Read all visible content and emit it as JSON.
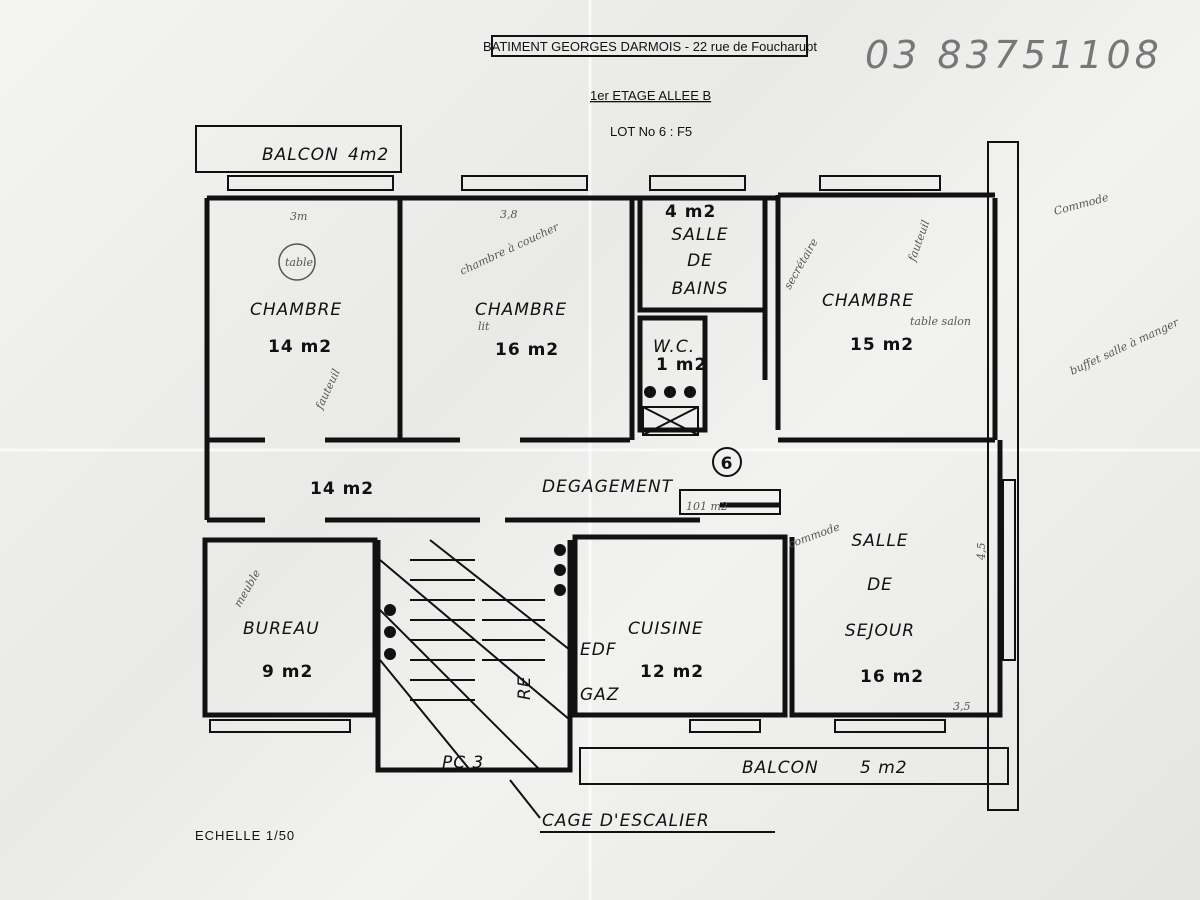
{
  "header": {
    "building": "BATIMENT GEORGES DARMOIS - 22 rue de Foucharupt",
    "floor": "1er ETAGE ALLEE B",
    "lot": "LOT No 6 : F5"
  },
  "handwritten_phone": "03 83751108",
  "rooms": {
    "balcon_top": {
      "name": "BALCON",
      "area": "4m2"
    },
    "chambre1": {
      "name": "CHAMBRE",
      "area": "14 m2"
    },
    "chambre2": {
      "name": "CHAMBRE",
      "area": "16 m2"
    },
    "salle_de_bains": {
      "area": "4 m2",
      "name1": "SALLE",
      "name2": "DE",
      "name3": "BAINS"
    },
    "wc": {
      "name": "W.C.",
      "area": "1 m2"
    },
    "chambre3": {
      "name": "CHAMBRE",
      "area": "15 m2"
    },
    "degagement": {
      "name": "DEGAGEMENT",
      "area": "14 m2"
    },
    "bureau": {
      "name": "BUREAU",
      "area": "9 m2"
    },
    "cuisine": {
      "name": "CUISINE",
      "area": "12 m2"
    },
    "sejour": {
      "name1": "SALLE",
      "name2": "DE",
      "name3": "SEJOUR",
      "area": "16 m2"
    },
    "balcon_bottom": {
      "name": "BALCON",
      "area": "5 m2"
    }
  },
  "lot_marker": "6",
  "total_area": "101 m2",
  "stairs": {
    "pc": "PC 3",
    "label": "CAGE D'ESCALIER",
    "edf": "EDF",
    "gaz": "GAZ",
    "re": "RE"
  },
  "scale": "ECHELLE 1/50",
  "notes": {
    "table": "table",
    "chambre_coucher": "chambre à coucher",
    "lit": "lit",
    "fauteuil": "fauteuil",
    "secretaire": "secrétaire",
    "fauteuil2": "fauteuil",
    "commode": "Commode",
    "table_salon": "table salon",
    "buffet": "buffet salle à manger",
    "commode2": "commode",
    "meuble": "meuble",
    "dim_3m": "3m",
    "dim_38": "3,8",
    "dim_45": "4,5",
    "dim_35": "3,5"
  }
}
